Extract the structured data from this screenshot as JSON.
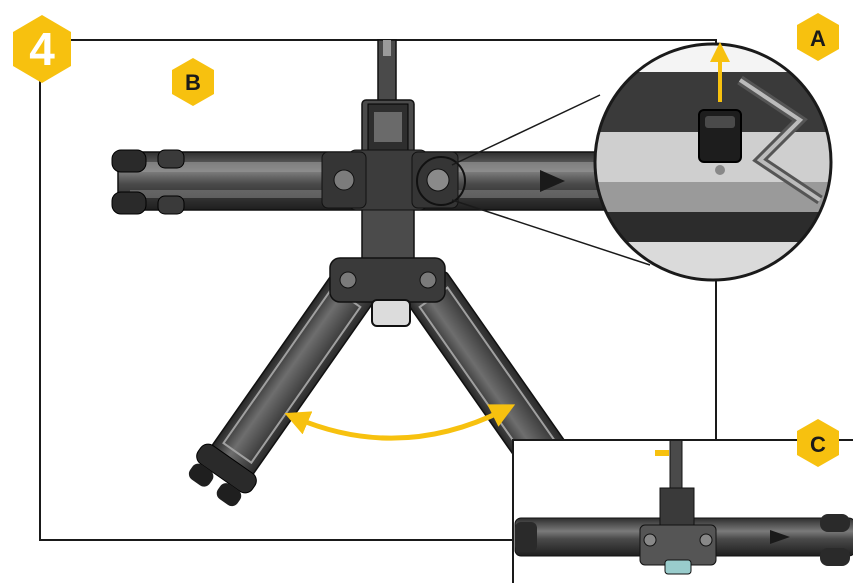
{
  "step": {
    "number": "4"
  },
  "callouts": {
    "a": "A",
    "b": "B",
    "c": "C"
  },
  "colors": {
    "accent_yellow": "#F7C10F",
    "step_badge_text": "#ffffff",
    "frame": "#1a1a1a",
    "metal_dark": "#3a3a3a",
    "metal_mid": "#6b6b6b",
    "metal_light": "#bdbdbd"
  },
  "icons": {
    "lift_arrow": "arrow-up-icon",
    "swing_arrow": "double-headed-curved-arrow-icon"
  }
}
